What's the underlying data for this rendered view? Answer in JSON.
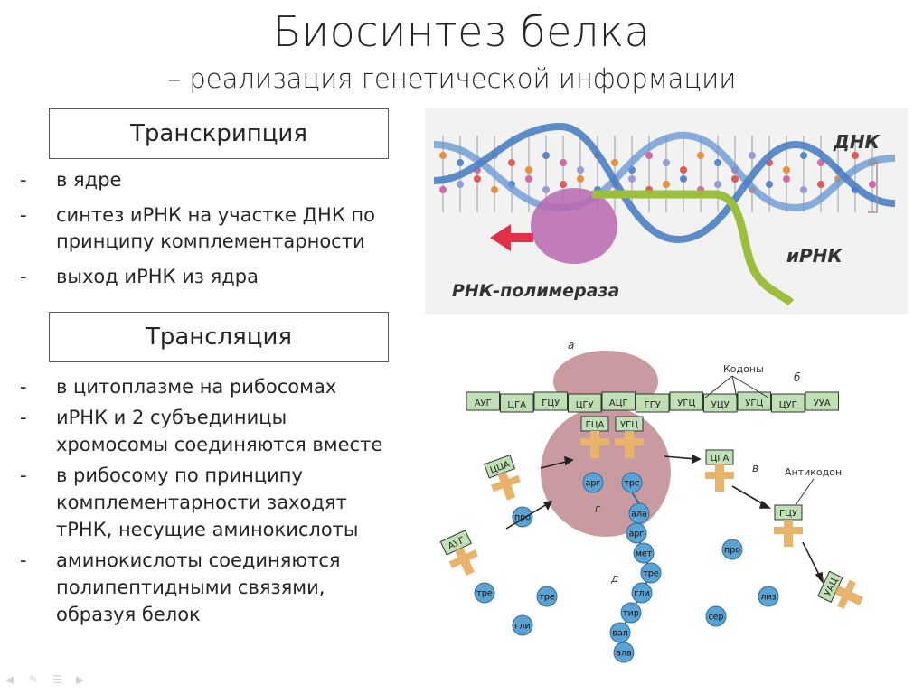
{
  "slide": {
    "title": "Биосинтез белка",
    "subtitle": "– реализация генетической информации"
  },
  "transcription": {
    "heading": "Транскрипция",
    "items": [
      "в ядре",
      "синтез иРНК на участке ДНК по принципу комплементарности",
      "выход иРНК из ядра"
    ]
  },
  "translation": {
    "heading": "Трансляция",
    "items": [
      "в цитоплазме на рибосомах",
      "иРНК и 2 субъединицы хромосомы соединяются вместе",
      "в рибосому по принципу комплементарности заходят тРНК, несущие аминокислоты",
      "аминокислоты соединяются полипептидными связями, образуя белок"
    ]
  },
  "bullet_marker": "-",
  "dna_diagram": {
    "dna_label": "ДНК",
    "mrna_label": "иРНК",
    "polymerase_label": "РНК-полимераза",
    "colors": {
      "strand": "#6c9ad6",
      "mrna": "#9bbf3c",
      "polymerase": "#b868b0",
      "arrow": "#e0304a"
    }
  },
  "ribosome_diagram": {
    "label_a": "а",
    "label_b": "б",
    "label_v": "в",
    "label_g": "г",
    "label_d": "д",
    "codons_label": "Кодоны",
    "anticodon_label": "Антикодон",
    "codons": [
      "АУГ",
      "ЦГА",
      "ГЦУ",
      "ЦГУ",
      "АЦГ",
      "ГГУ",
      "УГЦ",
      "УЦУ",
      "УГЦ",
      "ЦУГ",
      "УУА"
    ],
    "trna_in_ribosome": [
      {
        "anticodon": "ГЦА",
        "amino": "арг"
      },
      {
        "anticodon": "УГЦ",
        "amino": "тре"
      }
    ],
    "trna_entering": [
      {
        "anticodon": "ЦЦА",
        "amino": "про"
      },
      {
        "anticodon": "АУГ",
        "amino": "тре"
      }
    ],
    "trna_leaving": [
      {
        "anticodon": "ЦГА"
      },
      {
        "anticodon": "ГЦУ"
      },
      {
        "anticodon": "УАЦ"
      }
    ],
    "polypeptide_chain": [
      "ала",
      "арг",
      "мет",
      "тре",
      "гли",
      "тир",
      "вал",
      "ала"
    ],
    "free_amino_acids": [
      "тре",
      "гли",
      "про",
      "сер",
      "лиз"
    ],
    "colors": {
      "ribosome": "#c99a9f",
      "codon_strip": "#bfe0b4",
      "trna": "#e8b46c",
      "amino": "#5aa3d4"
    }
  }
}
